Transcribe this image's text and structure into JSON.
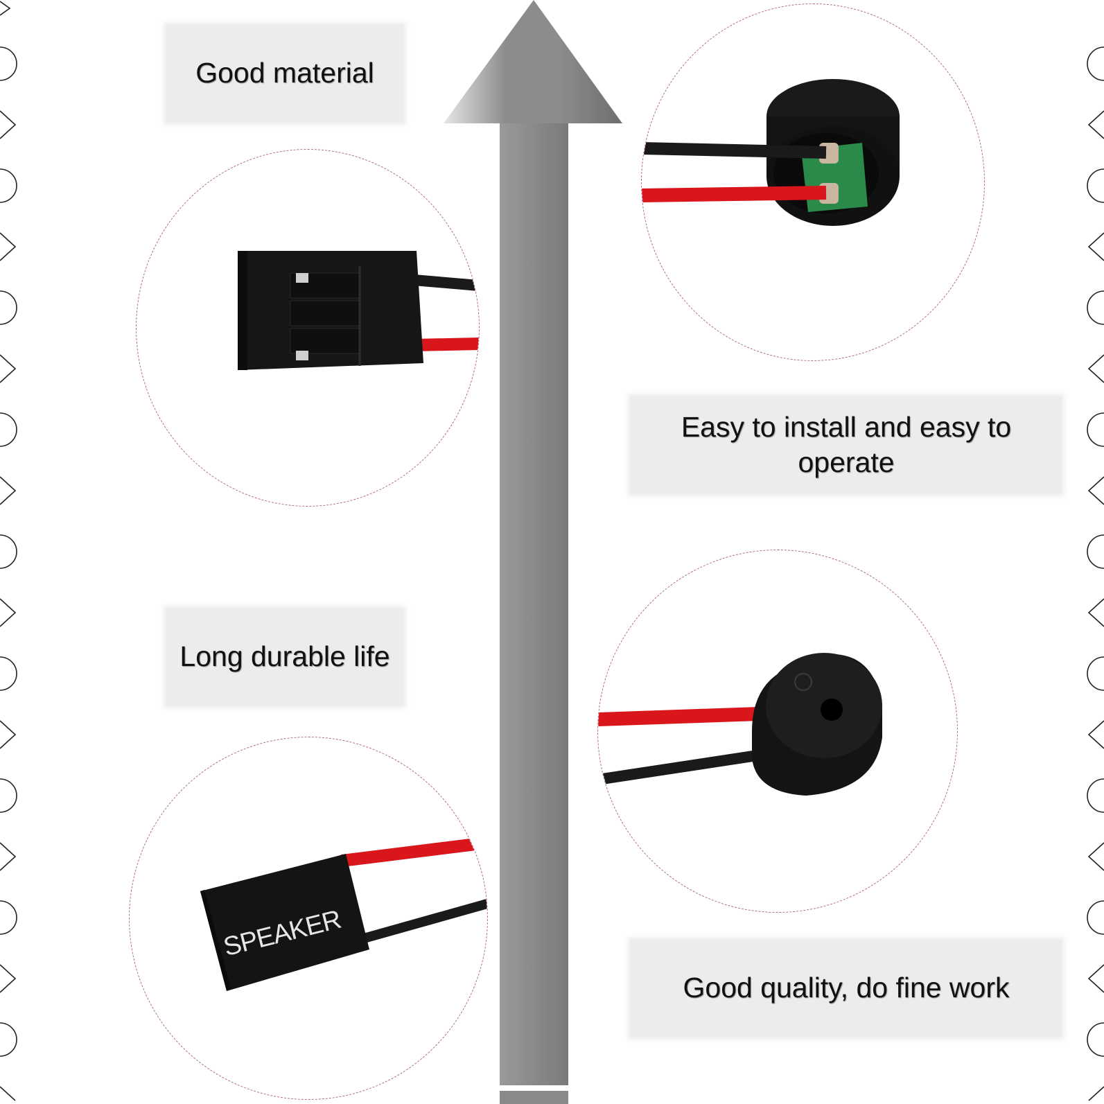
{
  "labels": {
    "good_material": "Good material",
    "long_life": "Long durable life",
    "easy_install": "Easy to install and easy to operate",
    "good_quality": "Good quality, do fine work"
  },
  "products": {
    "speaker_connector_text": "SPEAKER"
  },
  "colors": {
    "wire_red": "#d9161c",
    "wire_black": "#1a1a1a",
    "plastic_black": "#161616",
    "pcb_green": "#2a8a4a",
    "arrow_gray": "#8a8a8a",
    "label_bg": "#ececec",
    "circle_border": "#b06a7e"
  },
  "icons": {
    "arrow": "up-arrow-icon",
    "edge_left": "stamp-edge-left",
    "edge_right": "stamp-edge-right"
  }
}
